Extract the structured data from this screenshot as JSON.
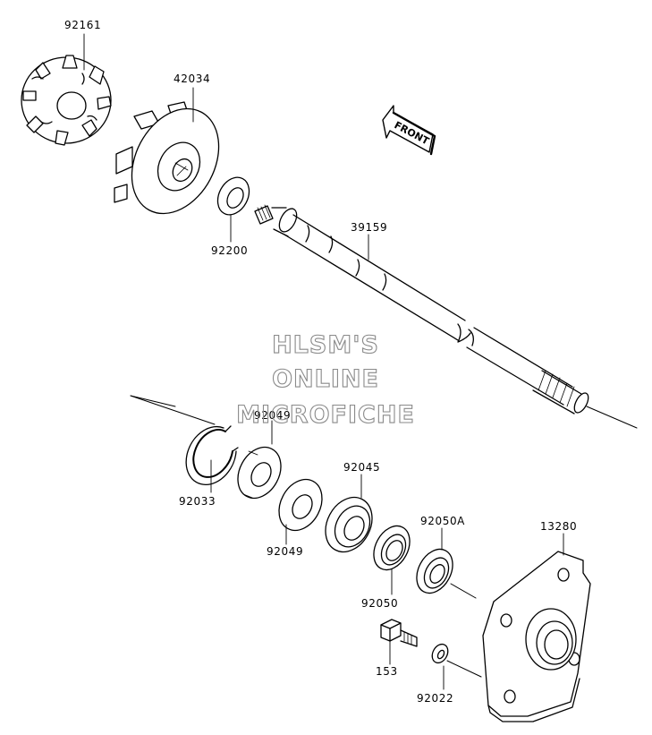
{
  "parts": {
    "p92161": "92161",
    "p42034": "42034",
    "p92200": "92200",
    "p39159": "39159",
    "p92049a": "92049",
    "p92033": "92033",
    "p92049b": "92049",
    "p92045": "92045",
    "p92050A": "92050A",
    "p92050": "92050",
    "p13280": "13280",
    "p153": "153",
    "p92022": "92022"
  },
  "direction_arrow": {
    "label": "FRONT",
    "icon": "front-arrow-icon"
  },
  "watermark": {
    "line1": "HLSM'S",
    "line2": "ONLINE",
    "line3": "MICROFICHE",
    "color": "#8a8a8a"
  },
  "colors": {
    "line": "#000000",
    "background": "#ffffff"
  }
}
